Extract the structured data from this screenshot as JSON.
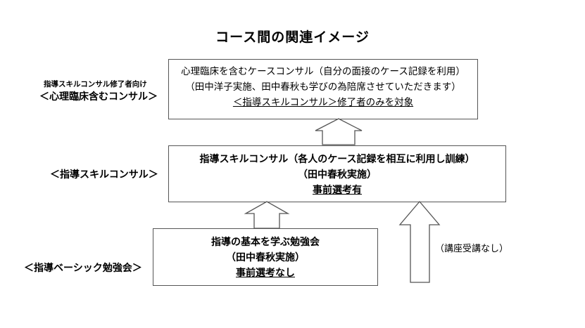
{
  "title": "コース間の関連イメージ",
  "top": {
    "side_small": "指導スキルコンサル修了者向け",
    "side_main": "＜心理臨床含むコンサル＞",
    "line1": "心理臨床を含むケースコンサル（自分の面接のケース記録を利用）",
    "line2": "（田中洋子実施、田中春秋も学びの為陪席させていただきます）",
    "line3": "＜指導スキルコンサル＞修了者のみを対象"
  },
  "middle": {
    "side": "＜指導スキルコンサル＞",
    "line1": "指導スキルコンサル（各人のケース記録を相互に利用し訓練）",
    "line2": "（田中春秋実施）",
    "line3": "事前選考有"
  },
  "bottom": {
    "side": "＜指導ベーシック勉強会＞",
    "line1": "指導の基本を学ぶ勉強会",
    "line2": "（田中春秋実施）",
    "line3": "事前選考なし"
  },
  "direct": {
    "label": "（講座受講なし）"
  },
  "colors": {
    "border": "#555555",
    "arrow_stroke": "#555555",
    "background": "#ffffff"
  }
}
